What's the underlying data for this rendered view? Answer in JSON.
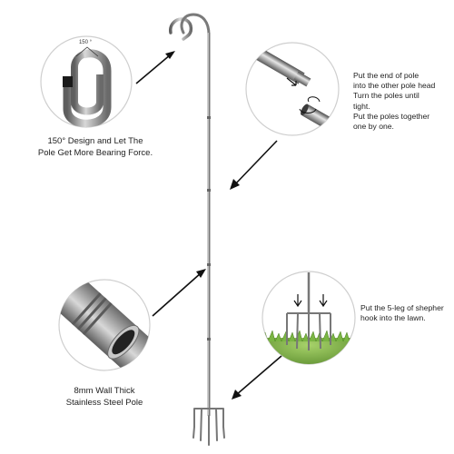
{
  "callouts": {
    "hook_design": {
      "angle_label": "150 °",
      "caption": [
        "150° Design and Let The",
        "Pole Get More Bearing Force."
      ]
    },
    "pole_assembly": {
      "caption": [
        "Put the end of pole",
        "into the other pole head",
        "Turn the poles until",
        "tight.",
        "Put the poles together",
        "one by one."
      ]
    },
    "lawn_insertion": {
      "caption": [
        "Put the 5-leg of shepher",
        "hook into the lawn."
      ]
    },
    "wall_thickness": {
      "caption": [
        "8mm Wall Thick",
        "Stainless Steel Pole"
      ]
    }
  },
  "colors": {
    "steel": "#8c8c8c",
    "steel_dark": "#4a4a4a",
    "grass": "#5a8c2a",
    "circle_border": "#cfcfcf",
    "arrow": "#111111"
  }
}
